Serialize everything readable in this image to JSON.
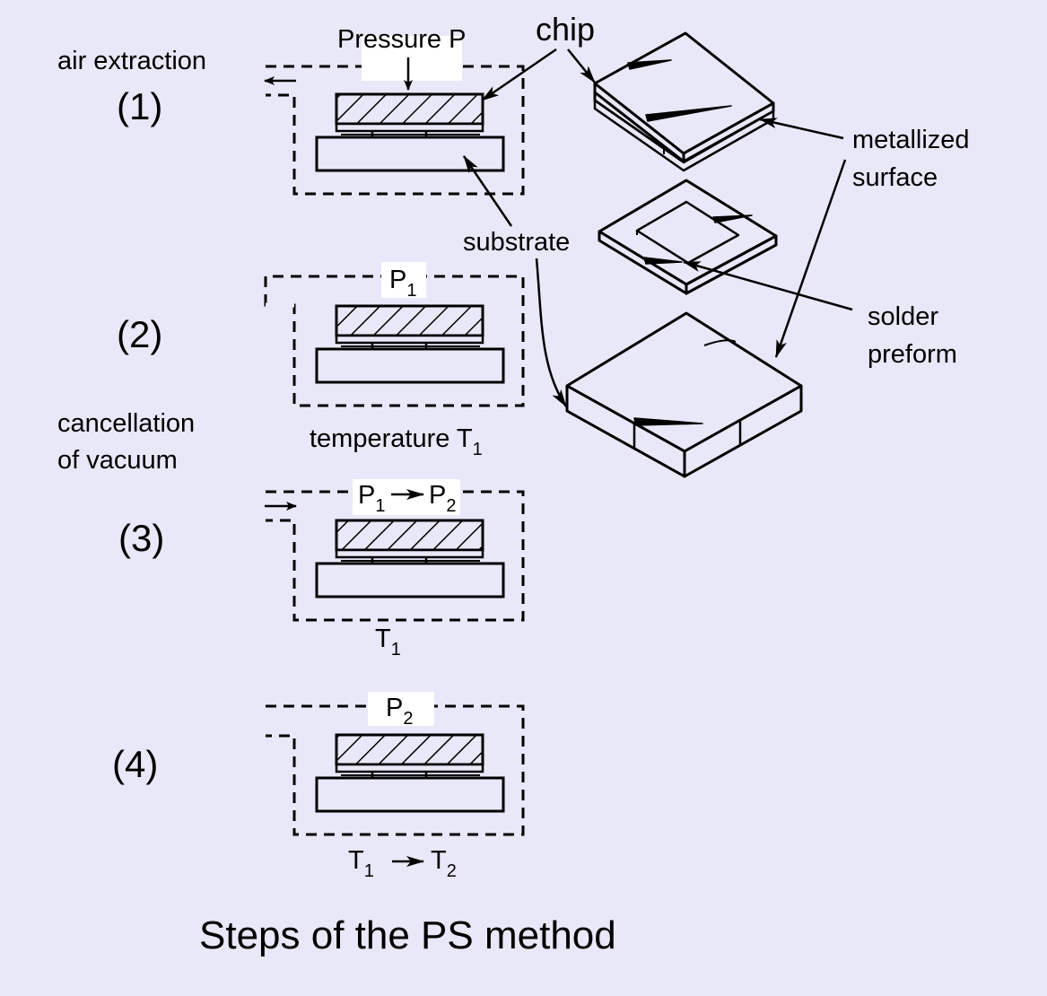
{
  "labels": {
    "air_extraction": "air extraction",
    "pressure": "Pressure P",
    "chip": "chip",
    "metallized_line1": "metallized",
    "metallized_line2": "surface",
    "substrate": "substrate",
    "solder_line1": "solder",
    "solder_line2": "preform",
    "cancel_line1": "cancellation",
    "cancel_line2": "of vacuum",
    "temperature": "temperature T",
    "p": "P",
    "t": "T",
    "sub1": "1",
    "sub2": "2"
  },
  "steps": [
    "(1)",
    "(2)",
    "(3)",
    "(4)"
  ],
  "title": "Steps of the PS method"
}
